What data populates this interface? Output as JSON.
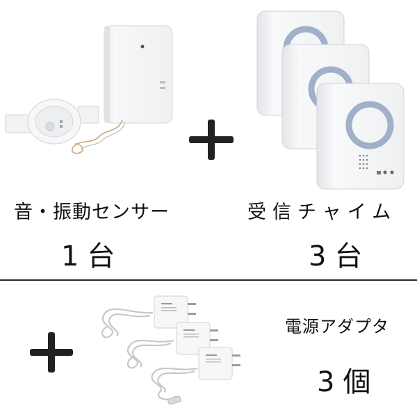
{
  "sections": [
    {
      "name": "音・振動センサー",
      "count": "1台"
    },
    {
      "name": "受信チャイム",
      "count": "3台"
    },
    {
      "name": "電源アダプタ",
      "count": "3個"
    }
  ],
  "icons": {
    "plus": "plus-icon"
  },
  "colors": {
    "text": "#111111",
    "divider": "#2a2a2a",
    "device": "#f3f4f5",
    "chime_ring": "#9fb0c8"
  }
}
